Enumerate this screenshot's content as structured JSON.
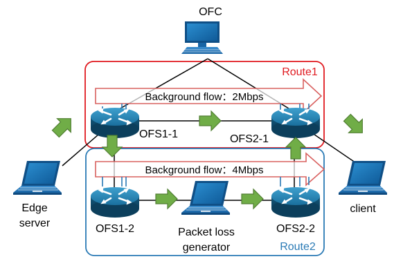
{
  "controller": {
    "label": "OFC"
  },
  "routes": [
    {
      "id": "route1",
      "label": "Route1",
      "color": "#e0191f"
    },
    {
      "id": "route2",
      "label": "Route2",
      "color": "#2a7ab5"
    }
  ],
  "switches": [
    {
      "id": "ofs1-1",
      "label": "OFS1-1"
    },
    {
      "id": "ofs2-1",
      "label": "OFS2-1"
    },
    {
      "id": "ofs1-2",
      "label": "OFS1-2"
    },
    {
      "id": "ofs2-2",
      "label": "OFS2-2"
    }
  ],
  "background_flows": [
    {
      "label": "Background flow：2Mbps",
      "route": "route1"
    },
    {
      "label": "Background flow：4Mbps",
      "route": "route2"
    }
  ],
  "hosts": {
    "edge_server": {
      "line1": "Edge",
      "line2": "server"
    },
    "client": {
      "label": "client"
    },
    "packet_loss": {
      "line1": "Packet loss",
      "line2": "generator"
    }
  },
  "colors": {
    "route1_border": "#e0191f",
    "route2_border": "#2a7ab5",
    "flow_arrow_border": "#d9605f",
    "flow_arrow_fill": "#ffffff",
    "green_arrow_fill": "#70ad47",
    "green_arrow_border": "#507e32",
    "router_body": "#1c6d95",
    "device_blue": "#1a75b9"
  },
  "icons": {
    "controller": "desktop-monitor-icon",
    "switch": "router-icon",
    "host": "laptop-icon",
    "direction": "green-arrow-icon"
  }
}
